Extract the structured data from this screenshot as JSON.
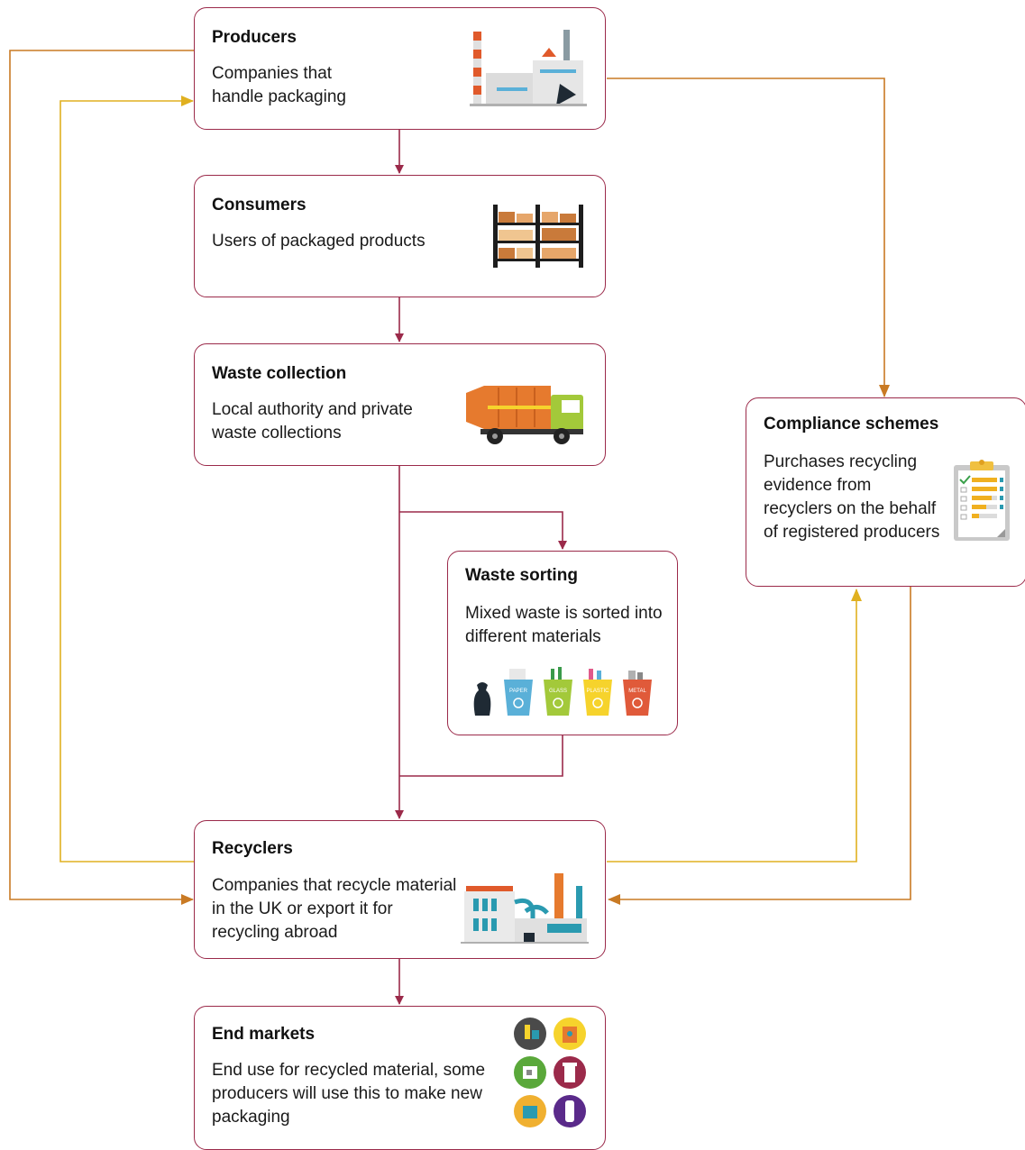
{
  "nodes": {
    "producers": {
      "title": "Producers",
      "description": "Companies that handle packaging",
      "icon": "factory-icon"
    },
    "consumers": {
      "title": "Consumers",
      "description": "Users of packaged products",
      "icon": "warehouse-shelves-icon"
    },
    "waste_collection": {
      "title": "Waste collection",
      "description": "Local authority and private waste collections",
      "icon": "garbage-truck-icon"
    },
    "waste_sorting": {
      "title": "Waste sorting",
      "description": "Mixed waste is sorted into different materials",
      "icon": "recycling-bins-icon",
      "bin_labels": [
        "PAPER",
        "GLASS",
        "PLASTIC",
        "METAL"
      ]
    },
    "compliance_schemes": {
      "title": "Compliance schemes",
      "description": "Purchases recycling evidence from recyclers on the behalf of registered producers",
      "icon": "clipboard-rating-icon"
    },
    "recyclers": {
      "title": "Recyclers",
      "description": "Companies that recycle material in the UK or export it for recycling abroad",
      "icon": "recycling-plant-icon"
    },
    "end_markets": {
      "title": "End markets",
      "description": "End use for recycled material, some producers will use this to make new packaging",
      "icon": "recycled-products-icon"
    }
  },
  "colors": {
    "node_border": "#9b2a4a",
    "main_flow": "#9b2a4a",
    "compliance_flow": "#c97a24",
    "evidence_flow": "#e0b020"
  }
}
